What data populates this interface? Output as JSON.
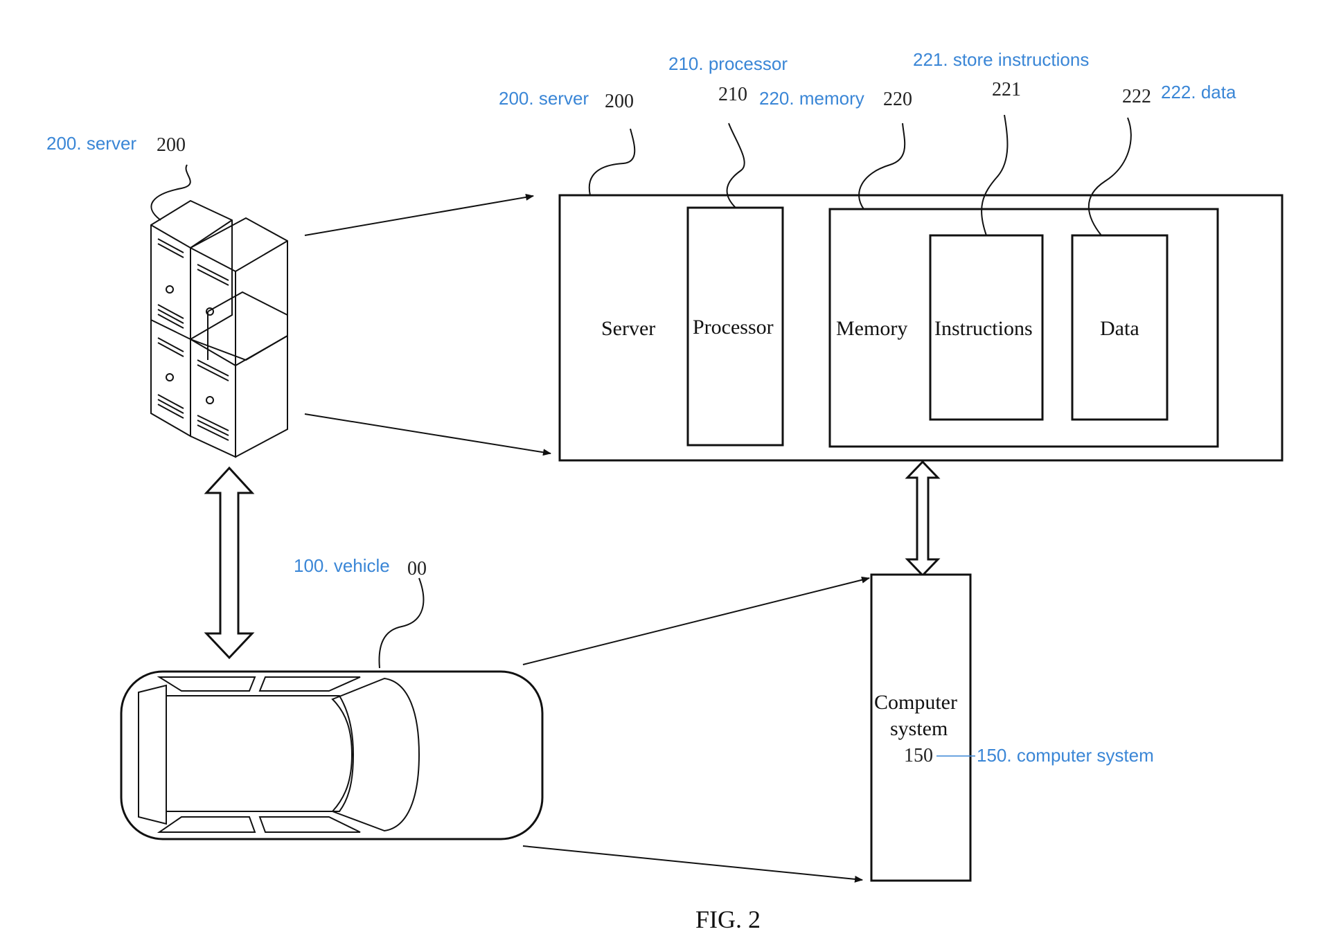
{
  "annotations": {
    "server_left": "200. server",
    "server_top": "200. server",
    "processor": "210. processor",
    "memory": "220. memory",
    "store_instructions": "221. store instructions",
    "data": "222. data",
    "vehicle": "100. vehicle",
    "computer_system": "150. computer system"
  },
  "reference_numerals": {
    "server_left": "200",
    "server_top": "200",
    "processor": "210",
    "memory": "220",
    "instructions": "221",
    "data": "222",
    "vehicle": "00",
    "computer_system": "150"
  },
  "blocks": {
    "server": "Server",
    "processor": "Processor",
    "memory": "Memory",
    "instructions": "Instructions",
    "data": "Data",
    "computer_system_line1": "Computer",
    "computer_system_line2": "system"
  },
  "figure_caption": "FIG. 2",
  "colors": {
    "annotation": "#3a86d6",
    "line": "#111111"
  }
}
